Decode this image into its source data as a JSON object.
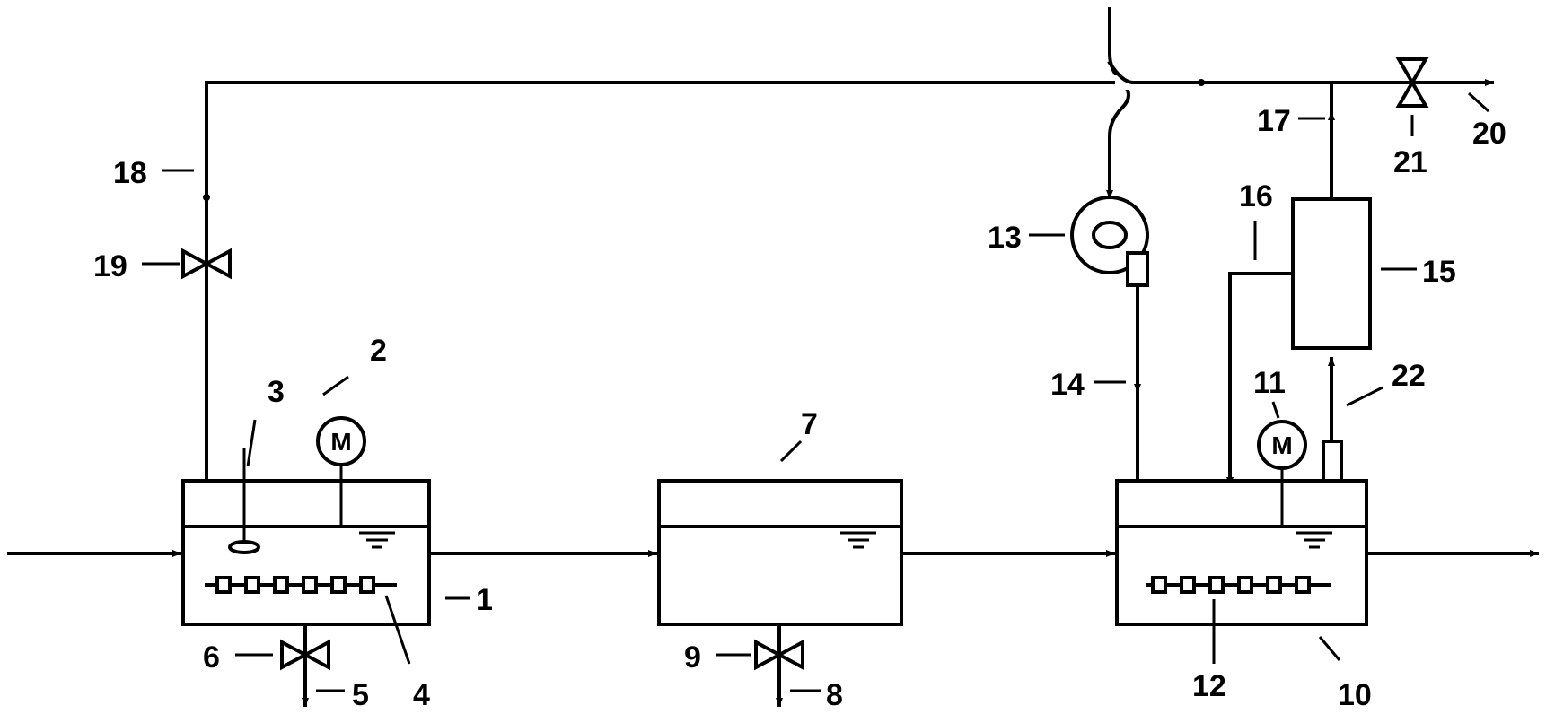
{
  "labels": {
    "l1": "1",
    "l2": "2",
    "l3": "3",
    "l4": "4",
    "l5": "5",
    "l6": "6",
    "l7": "7",
    "l8": "8",
    "l9": "9",
    "l10": "10",
    "l11": "11",
    "l12": "12",
    "l13": "13",
    "l14": "14",
    "l15": "15",
    "l16": "16",
    "l17": "17",
    "l18": "18",
    "l19": "19",
    "l20": "20",
    "l21": "21",
    "l22": "22"
  },
  "motor_symbol": "M"
}
